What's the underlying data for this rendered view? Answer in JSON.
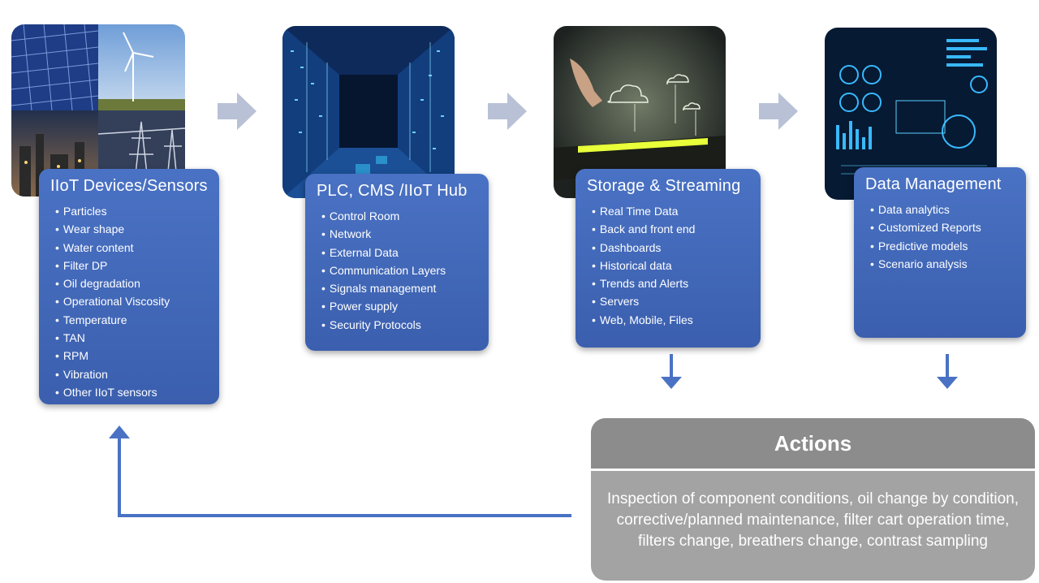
{
  "stages": [
    {
      "title": "IIoT Devices/Sensors",
      "image_icon": "renewable-energy-photo",
      "items": [
        "Particles",
        "Wear shape",
        "Water content",
        "Filter DP",
        "Oil degradation",
        "Operational Viscosity",
        "Temperature",
        "TAN",
        "RPM",
        "Vibration",
        "Other IIoT sensors"
      ]
    },
    {
      "title": "PLC, CMS /IIoT Hub",
      "image_icon": "server-room-photo",
      "items": [
        "Control Room",
        "Network",
        "External Data",
        "Communication Layers",
        "Signals management",
        "Power supply",
        "Security Protocols"
      ]
    },
    {
      "title": "Storage & Streaming",
      "image_icon": "cloud-tablet-photo",
      "items": [
        "Real Time Data",
        "Back and front end",
        "Dashboards",
        "Historical data",
        "Trends and Alerts",
        "Servers",
        "Web, Mobile, Files"
      ]
    },
    {
      "title": "Data Management",
      "image_icon": "dashboard-photo",
      "items": [
        "Data analytics",
        "Customized Reports",
        "Predictive models",
        "Scenario analysis"
      ]
    }
  ],
  "actions": {
    "title": "Actions",
    "body": "Inspection of component conditions, oil change by condition, corrective/planned maintenance, filter cart operation time, filters change, breathers change, contrast sampling"
  },
  "colors": {
    "card_blue": "#3f64b3",
    "arrow_blue": "#4a72c4",
    "flow_arrow_gray": "#b8c1d6",
    "actions_head": "#8c8c8c",
    "actions_body": "#a3a3a3"
  }
}
